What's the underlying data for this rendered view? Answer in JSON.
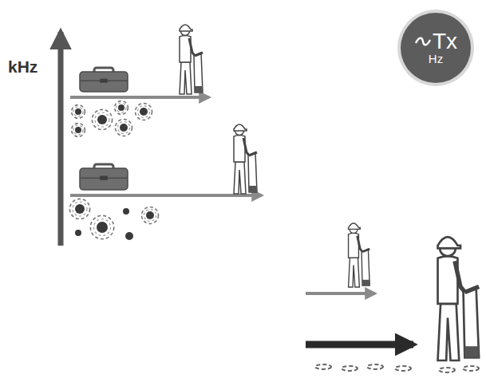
{
  "diagram": {
    "nodes": [
      {
        "text": [
          "Tx",
          "Hz"
        ]
      }
    ],
    "labels": [
      "kHz"
    ]
  }
}
